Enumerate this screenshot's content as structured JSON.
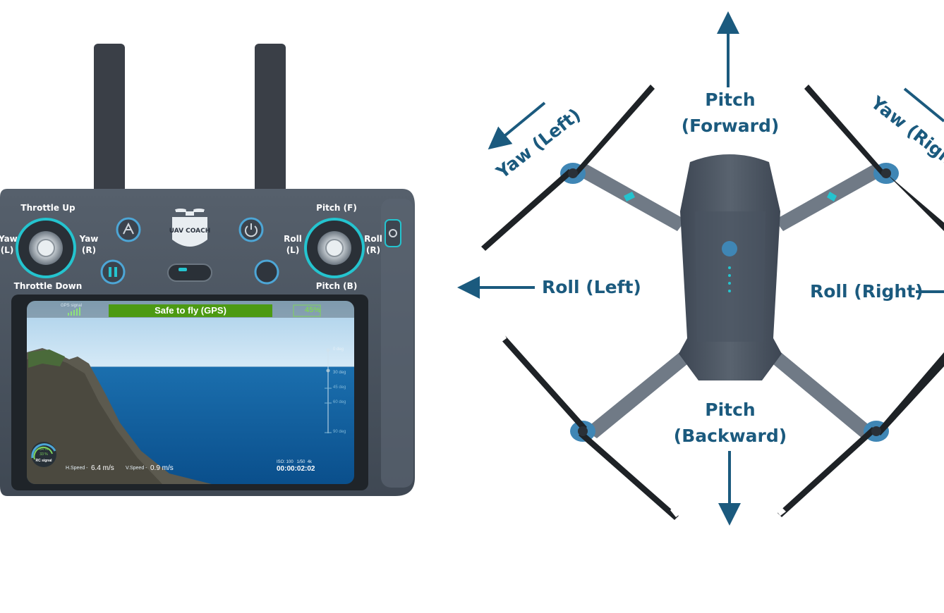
{
  "controller": {
    "brand_logo_text": "UAV COACH",
    "stick_labels": {
      "throttle_up": "Throttle Up",
      "throttle_down": "Throttle Down",
      "yaw_left_title": "Yaw",
      "yaw_left_sub": "(L)",
      "yaw_right_title": "Yaw",
      "yaw_right_sub": "(R)",
      "pitch_f": "Pitch (F)",
      "pitch_b": "Pitch (B)",
      "roll_left_title": "Roll",
      "roll_left_sub": "(L)",
      "roll_right_title": "Roll",
      "roll_right_sub": "(R)"
    },
    "screen": {
      "status_banner": "Safe to fly (GPS)",
      "gps_label": "GPS signal",
      "battery": "45%",
      "gimbal_ticks": [
        "0 deg",
        "30 deg",
        "45 deg",
        "60 deg",
        "90 deg"
      ],
      "rc_signal": {
        "top": "84 %",
        "bottom": "33 %",
        "label": "RC signal"
      },
      "h_speed_label": "H.Speed -",
      "h_speed_value": "6.4 m/s",
      "v_speed_label": "V.Speed -",
      "v_speed_value": "0.9 m/s",
      "camera_info": "ISO: 100   1/50  4k",
      "timer": "00:00:02:02"
    }
  },
  "drone": {
    "labels": {
      "pitch_forward_line1": "Pitch",
      "pitch_forward_line2": "(Forward)",
      "pitch_backward_line1": "Pitch",
      "pitch_backward_line2": "(Backward)",
      "roll_left": "Roll (Left)",
      "roll_right": "Roll (Right)",
      "yaw_left": "Yaw (Left)",
      "yaw_right": "Yaw (Right)"
    }
  },
  "colors": {
    "label_blue": "#1b5a7e",
    "accent_teal": "#24c4cf",
    "controller_body": "#4a5461",
    "banner_green": "#4c9a12",
    "motor_blue": "#3f86b5"
  }
}
